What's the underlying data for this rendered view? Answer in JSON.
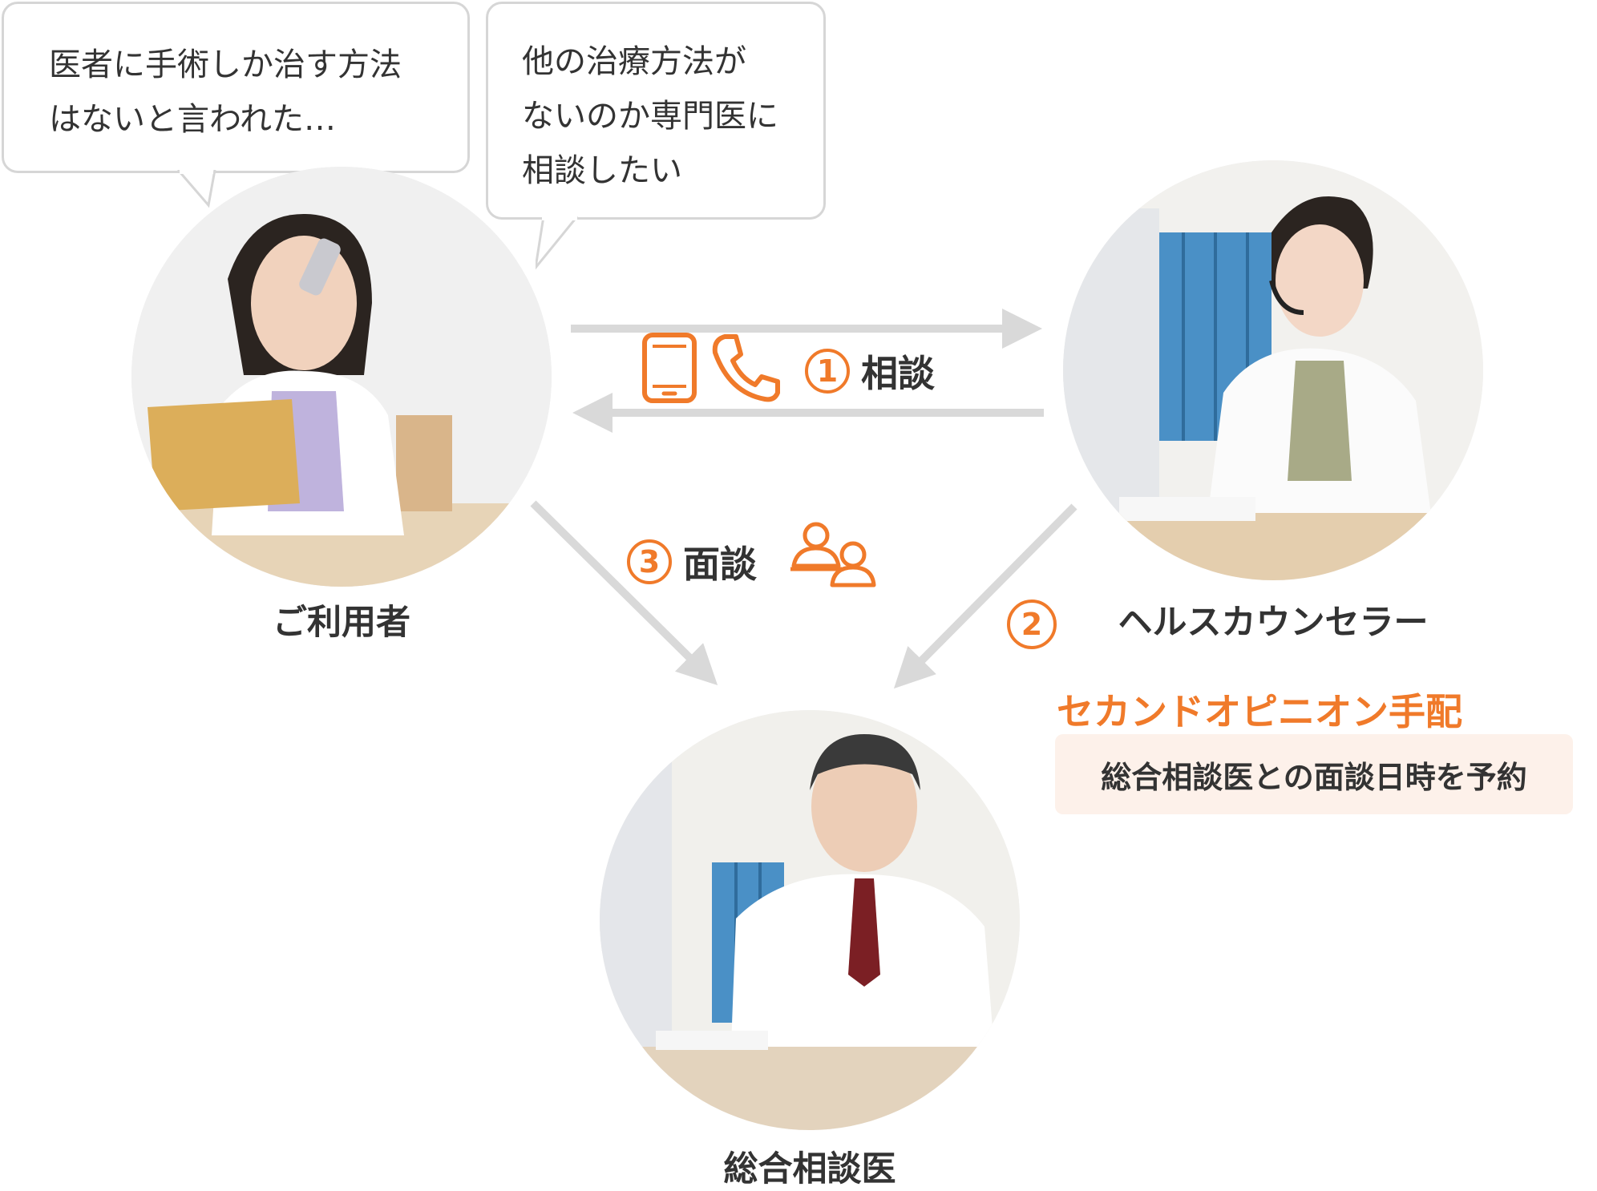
{
  "bubbles": {
    "left": "医者に手術しか治す方法\nはないと言われた…",
    "right": "他の治療方法が\nないのか専門医に\n相談したい"
  },
  "people": {
    "user": "ご利用者",
    "counselor": "ヘルスカウンセラー",
    "doctor": "総合相談医"
  },
  "steps": {
    "one": {
      "number": "1",
      "label": "相談"
    },
    "two": {
      "number": "2"
    },
    "three": {
      "number": "3",
      "label": "面談"
    }
  },
  "second_opinion": {
    "title": "セカンドオピニオン手配",
    "note": "総合相談医との面談日時を予約"
  },
  "colors": {
    "accent": "#f07a2a",
    "arrow": "#d9d9d9",
    "note_bg": "#fdf1ea"
  },
  "icons": [
    "smartphone-icon",
    "phone-handset-icon",
    "people-meeting-icon"
  ]
}
